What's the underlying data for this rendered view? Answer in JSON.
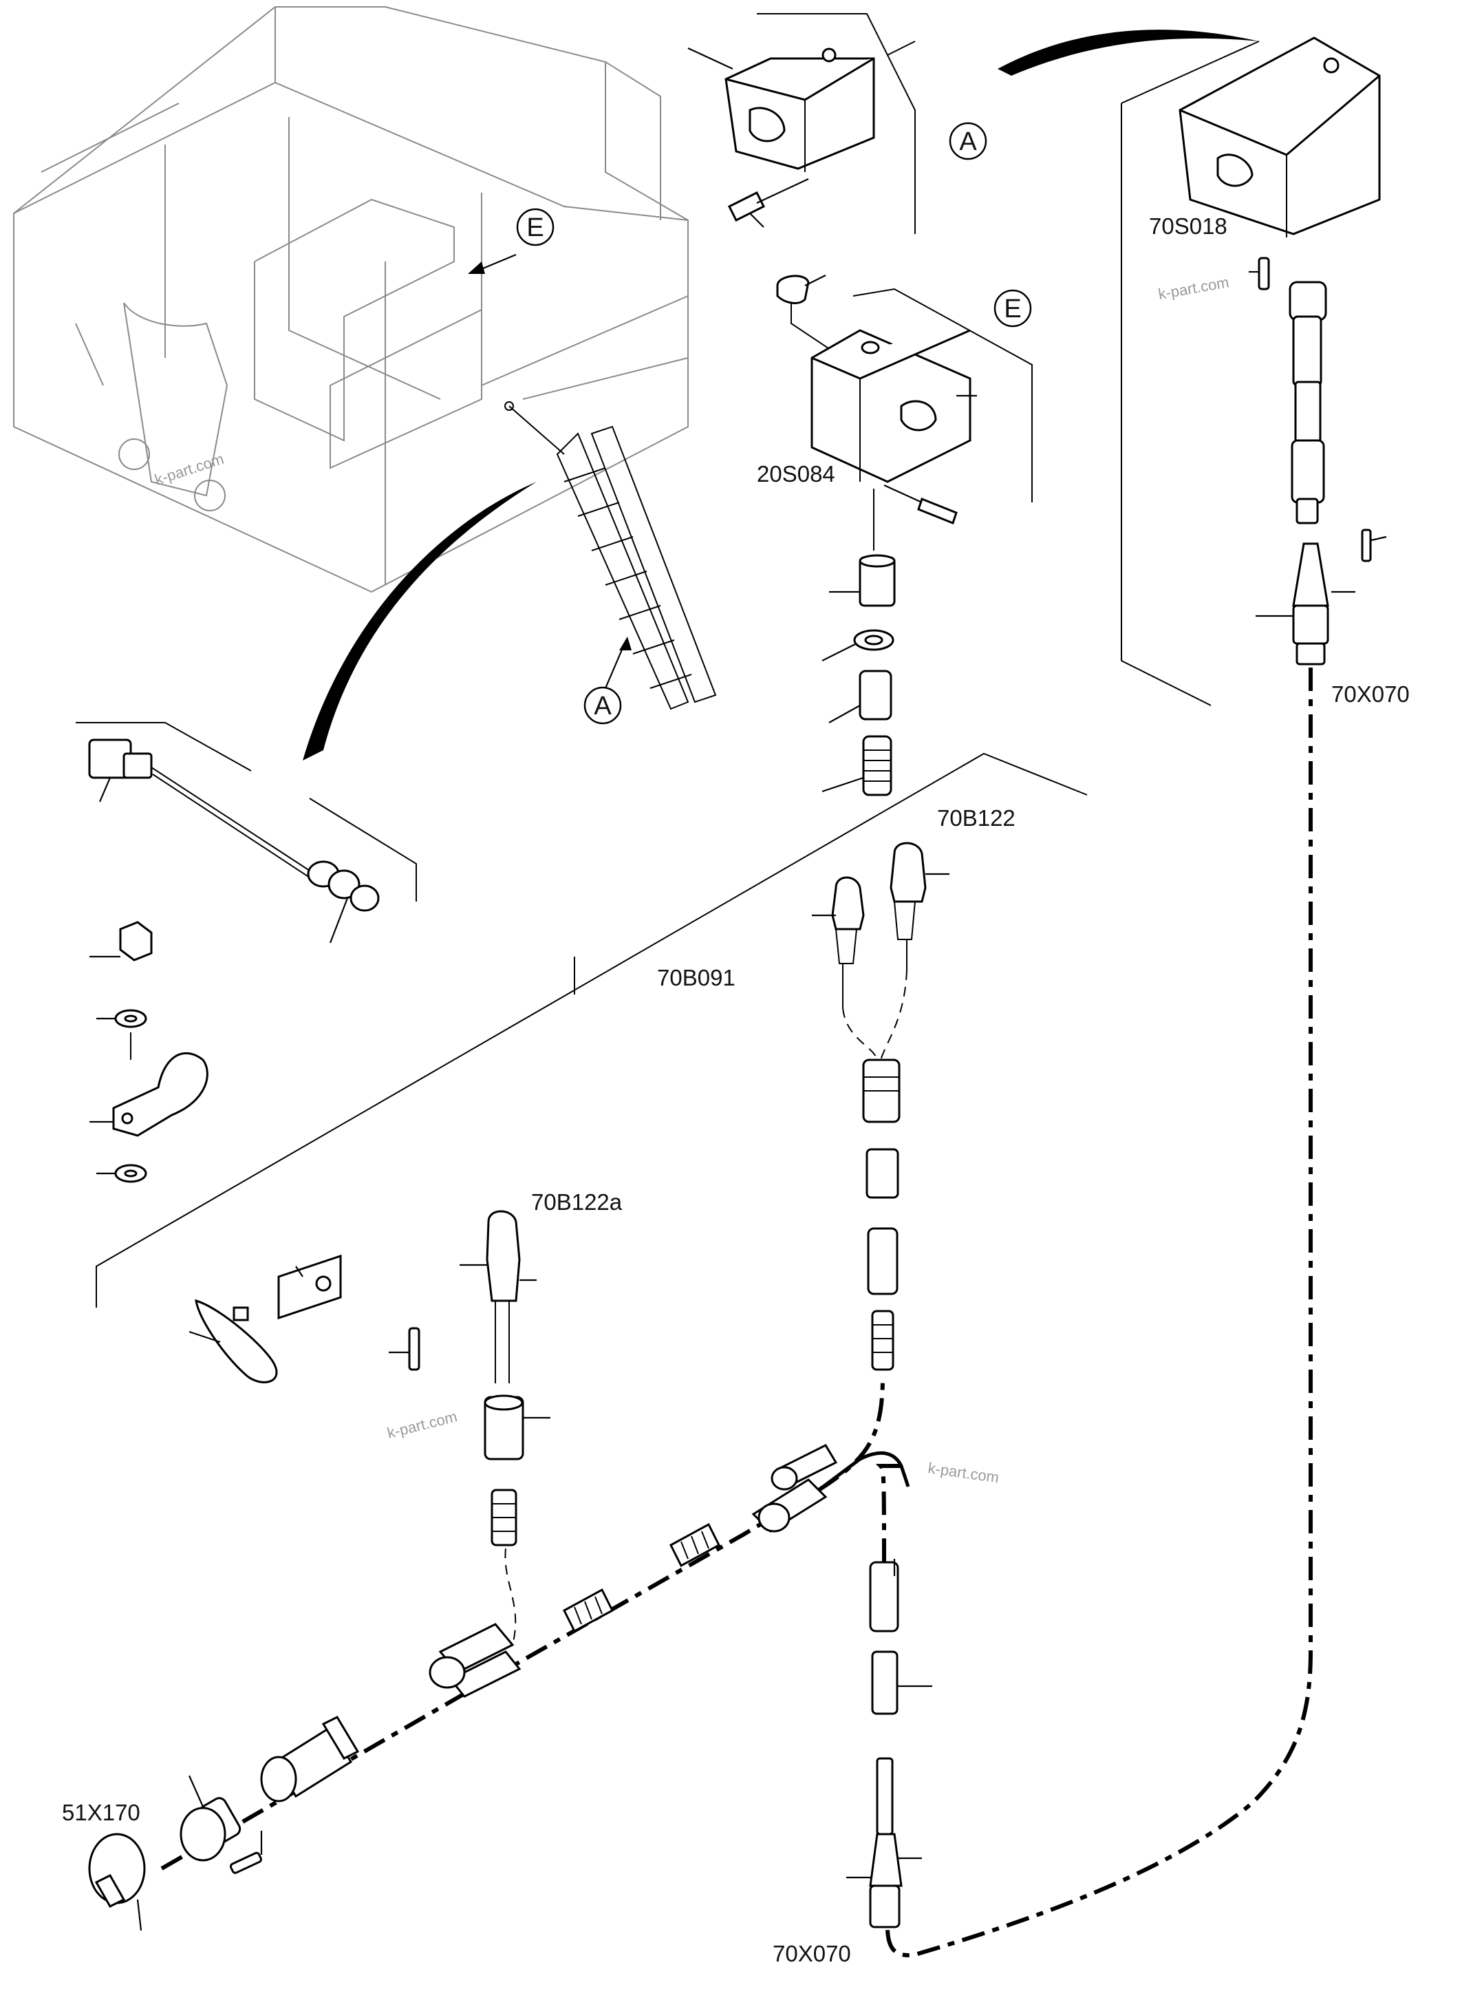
{
  "labels": {
    "switch_a": "70S018",
    "switch_e": "20S084",
    "sensor_1": "70B122",
    "sensor_2": "70B091",
    "sensor_3": "70B122a",
    "connector_top": "70X070",
    "connector_bottom": "70X070",
    "socket": "51X170"
  },
  "callouts": {
    "detail_a_1": "A",
    "detail_a_2": "A",
    "detail_e_1": "E",
    "detail_e_2": "E"
  },
  "watermarks": {
    "w1": "k-part.com",
    "w2": "k-part.com",
    "w3": "k-part.com",
    "w4": "k-part.com"
  }
}
